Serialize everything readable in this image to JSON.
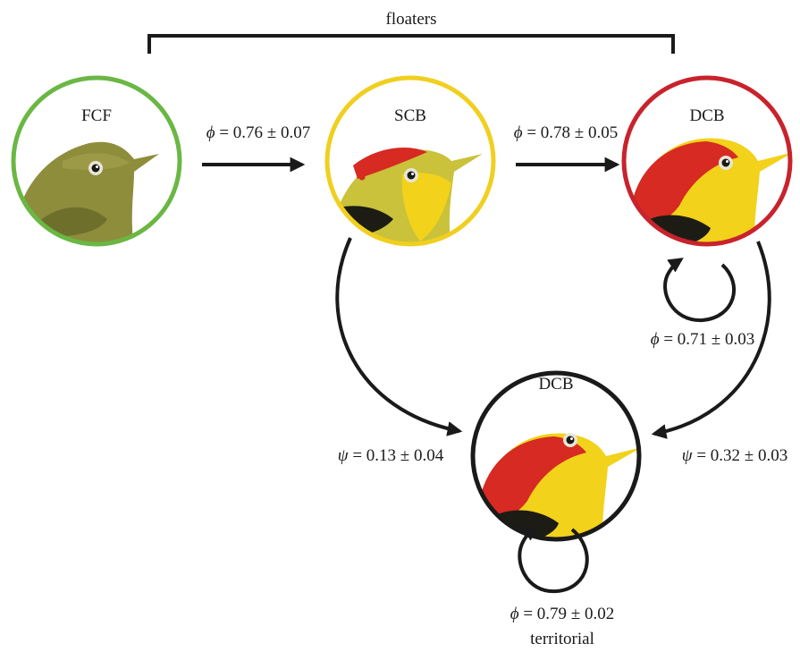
{
  "groups": {
    "floaters": "floaters",
    "territorial": "territorial"
  },
  "nodes": {
    "fcf": {
      "label": "FCF",
      "ring_color": "#6ab744"
    },
    "scb": {
      "label": "SCB",
      "ring_color": "#f0cf1f"
    },
    "dcb_floater": {
      "label": "DCB",
      "ring_color": "#c8232c"
    },
    "dcb_territorial": {
      "label": "DCB",
      "ring_color": "#1a1a1a"
    }
  },
  "transitions": {
    "fcf_to_scb": {
      "symbol": "ϕ",
      "value": " = 0.76 ± 0.07"
    },
    "scb_to_dcb": {
      "symbol": "ϕ",
      "value": " = 0.78 ± 0.05"
    },
    "dcb_self": {
      "symbol": "ϕ",
      "value": " = 0.71 ± 0.03"
    },
    "scb_to_territorial": {
      "symbol": "ψ",
      "value": " = 0.13 ± 0.04"
    },
    "dcb_to_territorial": {
      "symbol": "ψ",
      "value": " = 0.32 ± 0.03"
    },
    "territorial_self": {
      "symbol": "ϕ",
      "value": " = 0.79 ± 0.02"
    }
  },
  "colors": {
    "arrow": "#1a1a1a",
    "fcf_plumage": "#8d8d3c",
    "crown_red": "#d62a22",
    "face_yellow": "#f2d21a",
    "throat_black": "#1c1c14"
  }
}
